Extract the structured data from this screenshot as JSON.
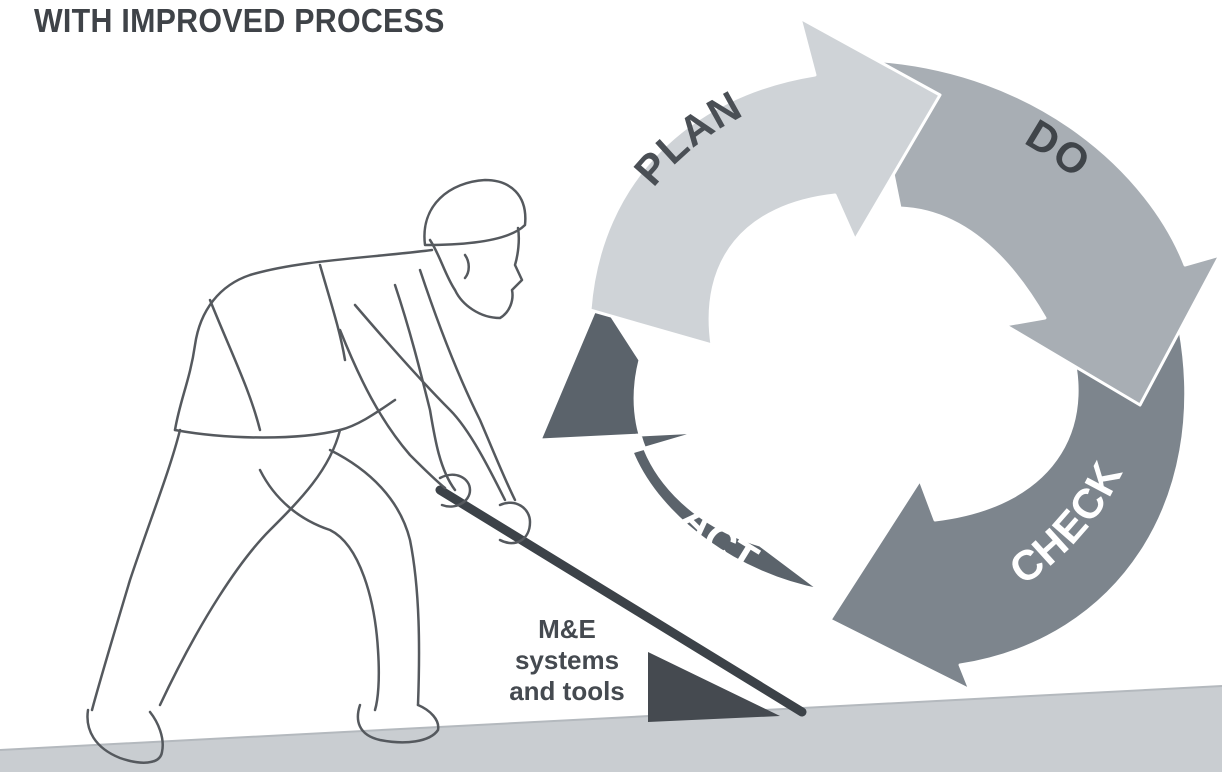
{
  "header": {
    "title": "WITH IMPROVED PROCESS"
  },
  "cycle": {
    "stages": [
      {
        "key": "plan",
        "label": "PLAN",
        "color": "#cfd3d7",
        "text_color": "#4a4f55"
      },
      {
        "key": "do",
        "label": "DO",
        "color": "#a8aeb4",
        "text_color": "#3f4449"
      },
      {
        "key": "check",
        "label": "CHECK",
        "color": "#7d858d",
        "text_color": "#ffffff"
      },
      {
        "key": "act",
        "label": "ACT",
        "color": "#5b636b",
        "text_color": "#ffffff"
      }
    ]
  },
  "fulcrum": {
    "lines": [
      "M&E",
      "systems",
      "and tools"
    ],
    "color": "#454a50"
  },
  "colors": {
    "ground": "#c9cdd1",
    "lever": "#3c4248",
    "outline": "#55595e"
  }
}
